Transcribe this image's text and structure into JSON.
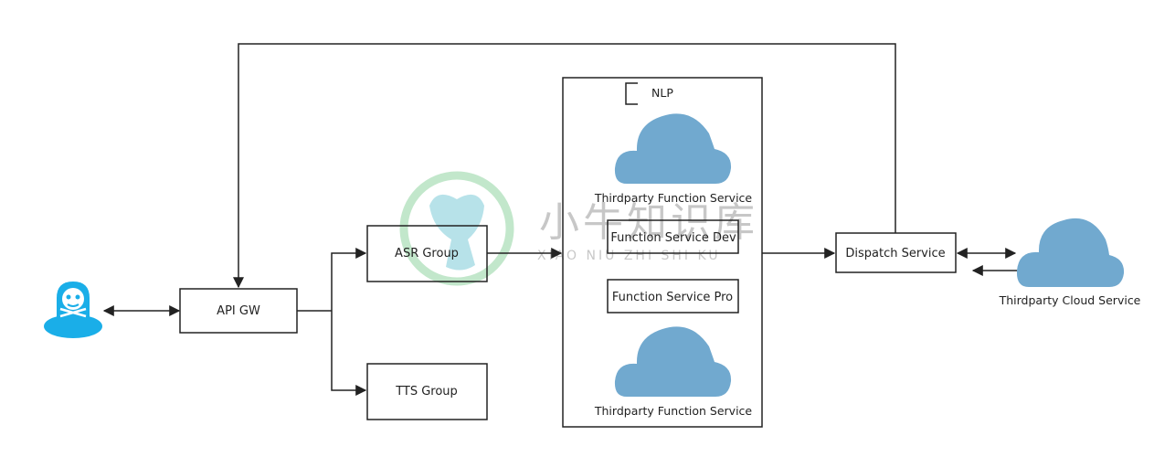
{
  "diagram": {
    "nodes": {
      "api_gw": "API GW",
      "asr_group": "ASR Group",
      "tts_group": "TTS Group",
      "nlp": "NLP",
      "function_service_dev": "Function Service Dev",
      "function_service_pro": "Function Service Pro",
      "thirdparty_function_service_top": "Thirdparty Function Service",
      "thirdparty_function_service_bottom": "Thirdparty Function Service",
      "dispatch_service": "Dispatch Service",
      "thirdparty_cloud_service": "Thirdparty Cloud Service"
    },
    "watermark": {
      "title": "小牛知识库",
      "subtitle": "XIAO NIU ZHI SHI KU"
    }
  },
  "colors": {
    "line": "#222222",
    "cloud": "#71a9cf",
    "robot": "#1aaee8",
    "watermark_ring": "#8fd3a0",
    "watermark_head": "#4cb6c9"
  },
  "icons": {
    "user": "robot-ufo-icon",
    "cloud": "cloud-icon"
  }
}
